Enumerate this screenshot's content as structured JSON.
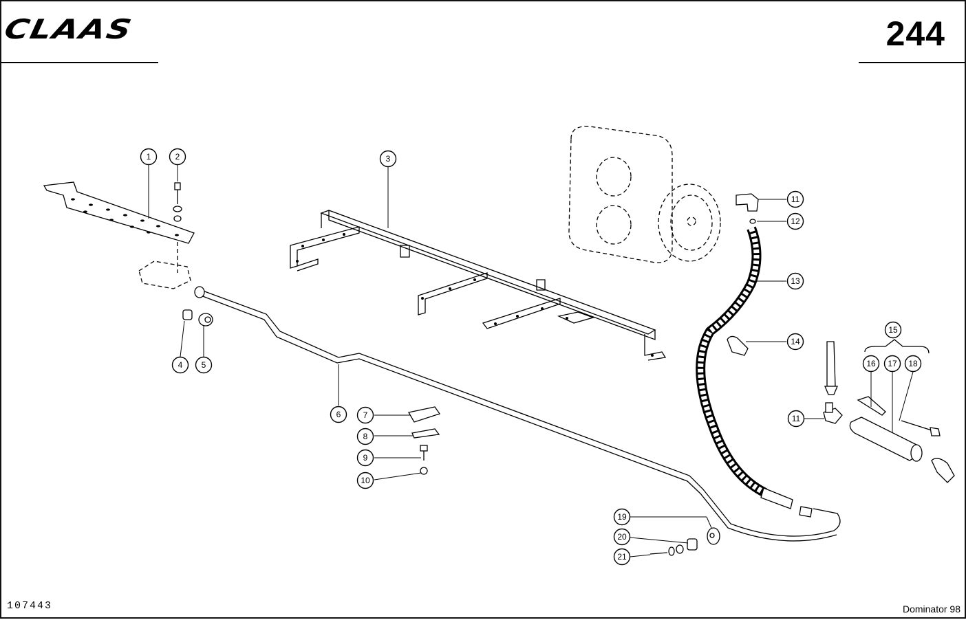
{
  "header": {
    "brand": "CLAAS",
    "page_number": "244"
  },
  "footer": {
    "document_code": "107443",
    "model": "Dominator 98"
  },
  "callouts": [
    "1",
    "2",
    "3",
    "4",
    "5",
    "6",
    "7",
    "8",
    "9",
    "10",
    "11",
    "12",
    "13",
    "14",
    "15",
    "16",
    "17",
    "18",
    "11",
    "19",
    "20",
    "21"
  ]
}
